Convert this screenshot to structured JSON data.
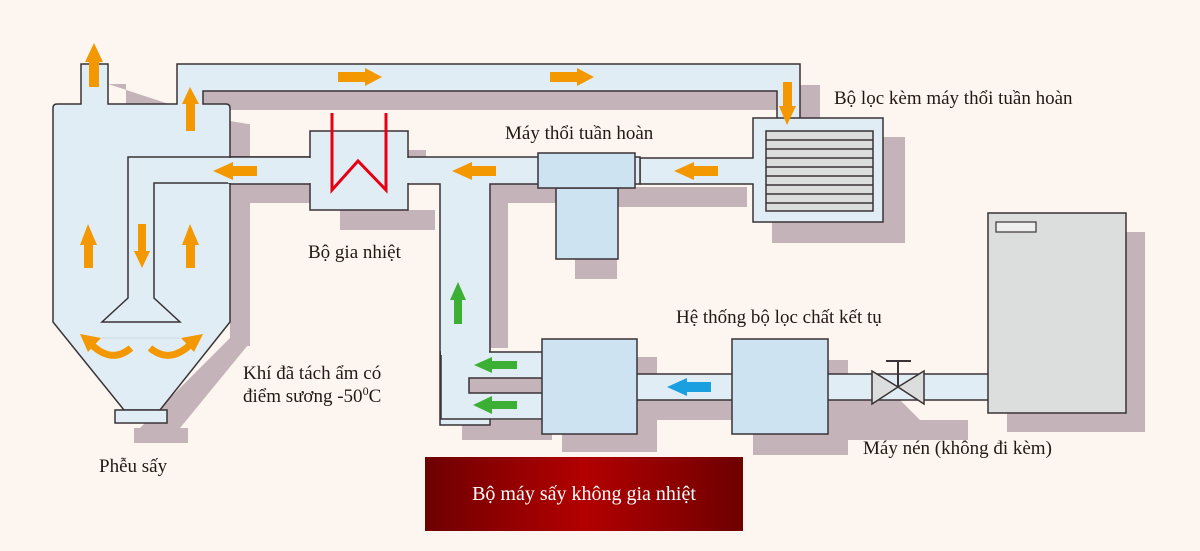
{
  "diagram": {
    "title_banner": "Bộ máy sấy không gia nhiệt",
    "labels": {
      "dryer_hopper": "Phễu sấy",
      "heater": "Bộ gia nhiệt",
      "circulation_blower": "Máy thổi tuần hoàn",
      "filter_with_blower": "Bộ lọc kèm máy thổi tuần hoàn",
      "condensate_filter_system": "Hệ thống bộ lọc chất kết tụ",
      "compressor": "Máy nén (không đi kèm)",
      "dehumidified_air_line1": "Khí đã tách ẩm có",
      "dehumidified_air_line2": "điểm sương -50",
      "dehumidified_air_sup": "0",
      "dehumidified_air_unit": "C"
    },
    "colors": {
      "background": "#fdf5f0",
      "pipe": "#e1edf5",
      "component": "#cde3f1",
      "shadow": "#c5b3ba",
      "flow_hot_air": "#f39800",
      "flow_dry_air": "#3cb035",
      "flow_compressed_air": "#1aa0e0",
      "heater_element": "#e60012",
      "banner": "#a80000"
    },
    "flows": [
      {
        "name": "hot-air",
        "color": "orange"
      },
      {
        "name": "dry-air",
        "color": "green"
      },
      {
        "name": "compressed-air",
        "color": "blue"
      }
    ]
  }
}
